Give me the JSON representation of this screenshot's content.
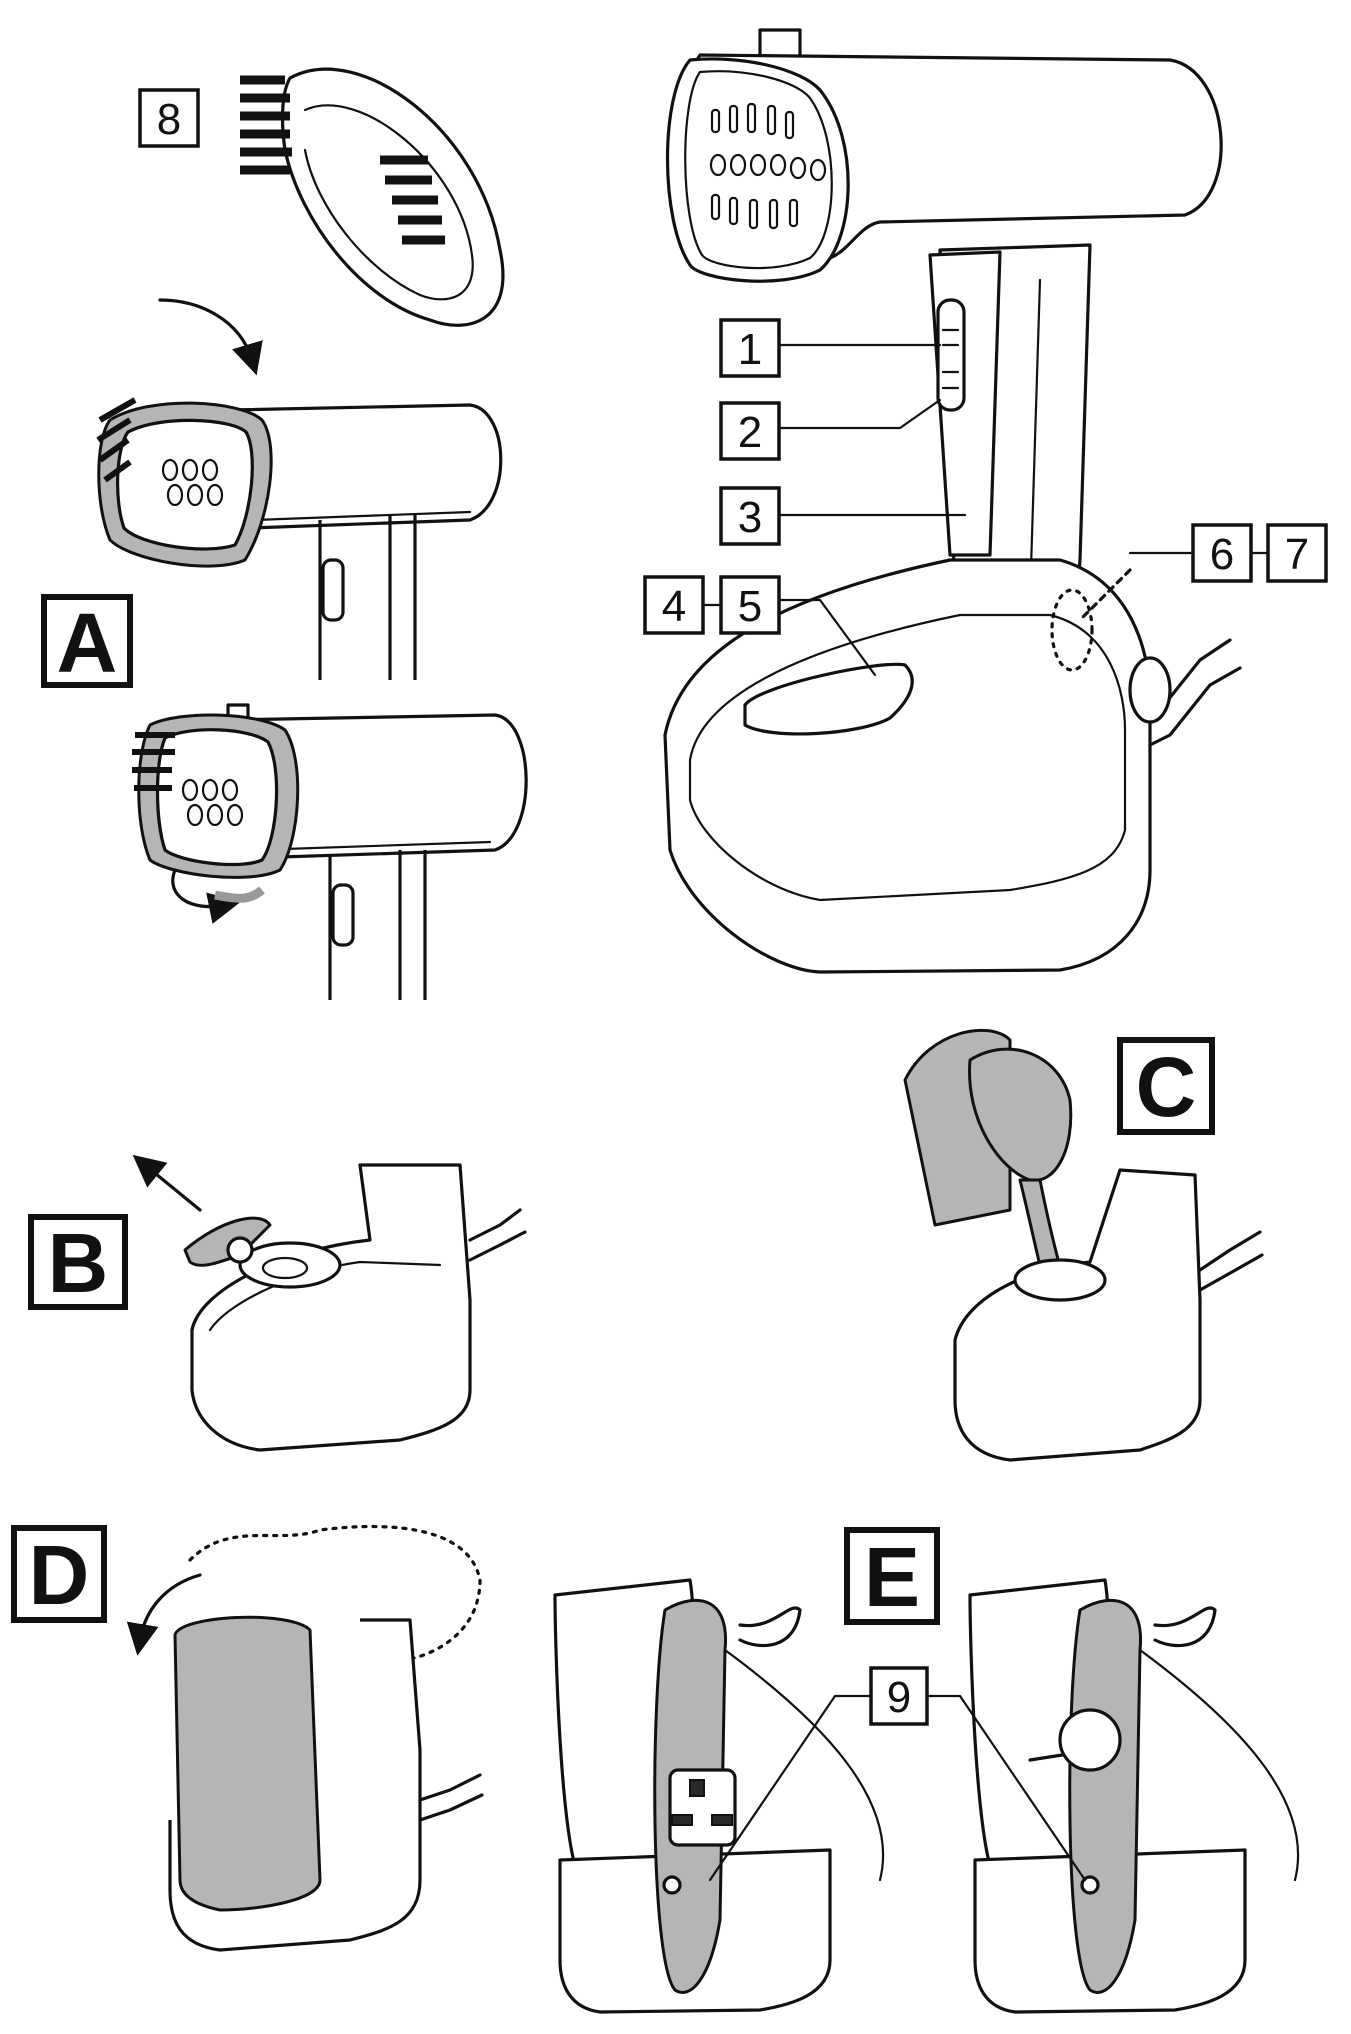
{
  "figure": {
    "colors": {
      "line": "#111111",
      "fill_grey": "#b5b5b5",
      "background": "#ffffff"
    },
    "part_labels": [
      "1",
      "2",
      "3",
      "4",
      "5",
      "6",
      "7",
      "8",
      "9"
    ],
    "step_labels": [
      "A",
      "B",
      "C",
      "D",
      "E"
    ]
  }
}
